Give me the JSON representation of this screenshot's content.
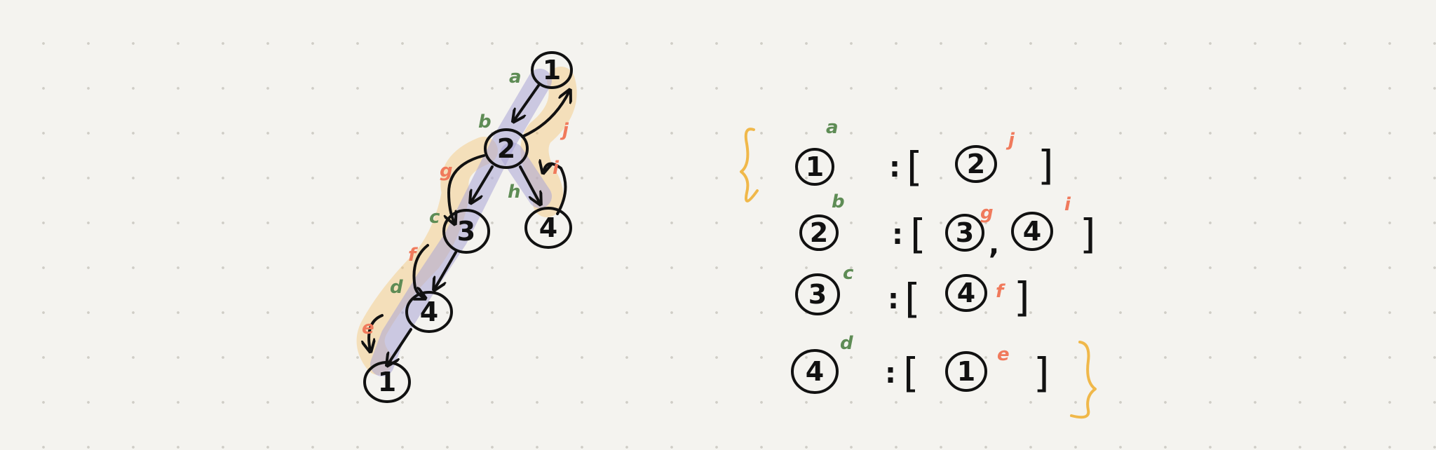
{
  "tree": {
    "nodes": [
      {
        "id": "root",
        "label": "1"
      },
      {
        "id": "n2",
        "label": "2"
      },
      {
        "id": "n3",
        "label": "3"
      },
      {
        "id": "n4-right",
        "label": "4"
      },
      {
        "id": "n4-left",
        "label": "4"
      },
      {
        "id": "leaf1",
        "label": "1"
      }
    ],
    "descent_labels": [
      "a",
      "b",
      "c",
      "d",
      "h"
    ],
    "return_labels": [
      "j",
      "g",
      "i",
      "f",
      "e"
    ]
  },
  "adjacency": {
    "rows": [
      {
        "node": "1",
        "node_label": "a",
        "separator": ":",
        "open": "[",
        "close": "]",
        "neighbors": [
          {
            "value": "2",
            "label": "j"
          }
        ]
      },
      {
        "node": "2",
        "node_label": "b",
        "separator": ":",
        "open": "[",
        "close": "]",
        "comma": ",",
        "neighbors": [
          {
            "value": "3",
            "label": "g"
          },
          {
            "value": "4",
            "label": "i"
          }
        ]
      },
      {
        "node": "3",
        "node_label": "c",
        "separator": ":",
        "open": "[",
        "close": "]",
        "neighbors": [
          {
            "value": "4",
            "label": "f"
          }
        ]
      },
      {
        "node": "4",
        "node_label": "d",
        "separator": ":",
        "open": "[",
        "close": "]",
        "neighbors": [
          {
            "value": "1",
            "label": "e"
          }
        ]
      }
    ]
  },
  "colors": {
    "background": "#f4f3ef",
    "ink": "#111111",
    "green": "#5e8c55",
    "orange": "#f07a5c",
    "purple_highlight": "#a9a4d6",
    "orange_highlight": "#f5c77b",
    "brace": "#f0b84a"
  }
}
